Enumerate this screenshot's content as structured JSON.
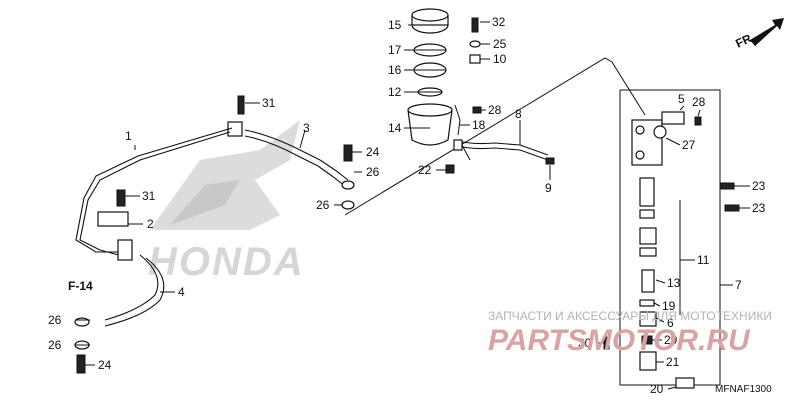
{
  "diagram": {
    "code": "MFNAF1300",
    "direction_label": "FR.",
    "ref_label": "F-14",
    "logo_text": "HONDA",
    "labels": [
      "1",
      "2",
      "3",
      "4",
      "5",
      "6",
      "7",
      "8",
      "9",
      "10",
      "11",
      "12",
      "13",
      "14",
      "15",
      "16",
      "17",
      "18",
      "19",
      "20",
      "21",
      "22",
      "23",
      "23",
      "24",
      "24",
      "25",
      "26",
      "26",
      "26",
      "26",
      "27",
      "28",
      "28",
      "29",
      "30",
      "31",
      "31",
      "32"
    ]
  },
  "watermark": {
    "line": "ЗАПЧАСТИ И АКСЕССУАРЫ ДЛЯ МОТОТЕХНИКИ",
    "brand": "PARTSMOTOR.RU"
  }
}
